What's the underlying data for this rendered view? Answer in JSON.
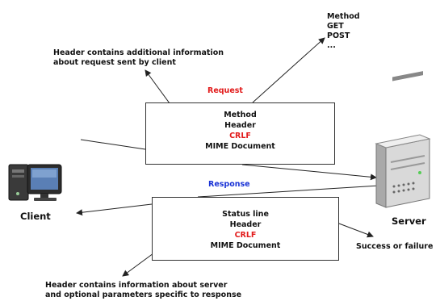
{
  "top_methods": [
    "Method",
    "GET",
    "POST",
    "..."
  ],
  "header_note_top": [
    "Header contains additional information",
    "about request sent by client"
  ],
  "request": {
    "title": "Request",
    "lines": [
      "Method",
      "Header",
      "CRLF",
      "MIME Document"
    ]
  },
  "response": {
    "title": "Response",
    "lines": [
      "Status line",
      "Header",
      "CRLF",
      "MIME Document"
    ]
  },
  "client_label": "Client",
  "server_label": "Server",
  "success_note": "Success or failure",
  "header_note_bottom": [
    "Header contains information about server",
    "and optional parameters specific to response"
  ],
  "colors": {
    "crlf": "#e21b1b",
    "request_title": "#e21b1b",
    "response_title": "#1a33d6"
  }
}
